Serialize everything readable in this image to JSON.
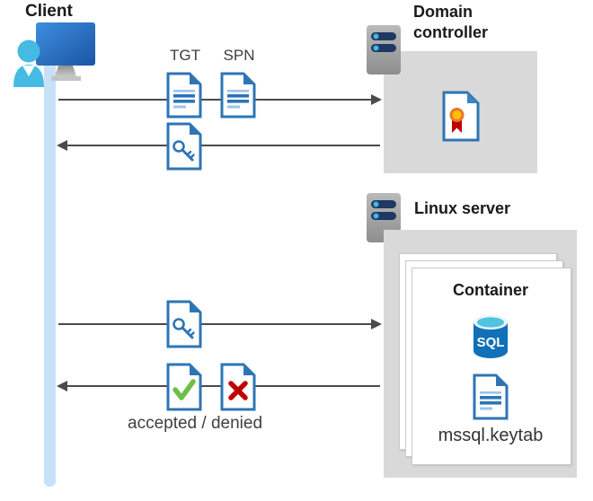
{
  "diagram": {
    "client": {
      "label": "Client"
    },
    "requests": {
      "tgt": "TGT",
      "spn": "SPN"
    },
    "domain_controller": {
      "label": "Domain controller"
    },
    "linux_server": {
      "label": "Linux server"
    },
    "container": {
      "label": "Container",
      "sql_badge": "SQL",
      "keytab_file": "mssql.keytab"
    },
    "response": {
      "accepted_denied": "accepted / denied"
    }
  },
  "icons": {
    "client": "user-at-computer-icon",
    "server": "server-tower-icon",
    "ticket_document": "document-with-text-icon",
    "service_ticket": "document-with-key-icon",
    "certificate": "document-with-ribbon-seal-icon",
    "sql_database": "sql-database-cylinder-icon",
    "accepted": "document-with-green-check-icon",
    "denied": "document-with-red-x-icon"
  },
  "colors": {
    "doc_blue": "#2E75B6",
    "doc_blue_light": "#9DC3E6",
    "box_gray": "#D9D9D9",
    "arrow_gray": "#4A4A4A",
    "lifeline_blue": "#C7E1F8",
    "check_green": "#6FBE44",
    "cross_red": "#C00000",
    "seal_yellow": "#FFC000",
    "seal_ring_orange": "#E8772E",
    "ribbon_red": "#C00000",
    "server_navy": "#1F3864",
    "accent_cyan": "#41B8E0",
    "sql_body_blue": "#1070B8",
    "sql_top_cyan": "#4FC3E0",
    "monitor_blue_dark": "#1A55A5",
    "monitor_blue_light": "#3E8EDE"
  }
}
